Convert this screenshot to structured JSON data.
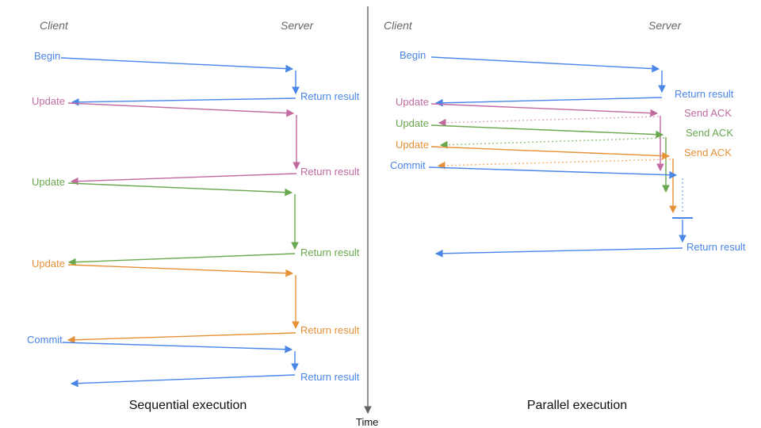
{
  "colors": {
    "blue": "#4a86e8",
    "pink": "#c06a9f",
    "green": "#6aa84f",
    "orange": "#e69138",
    "blue_light": "#8ab4f0",
    "pink_light": "#d9a8c4",
    "green_light": "#93c47d",
    "orange_light": "#f6b26b",
    "axis_gray": "#5f6368",
    "header_gray": "#666666",
    "caption_black": "#111111"
  },
  "time_axis": {
    "label": "Time"
  },
  "sequential": {
    "title": "Sequential execution",
    "client": "Client",
    "server": "Server",
    "requests": [
      {
        "label": "Begin",
        "response": "Return result"
      },
      {
        "label": "Update",
        "response": "Return result"
      },
      {
        "label": "Update",
        "response": "Return result"
      },
      {
        "label": "Update",
        "response": "Return result"
      },
      {
        "label": "Commit",
        "response": "Return result"
      }
    ]
  },
  "parallel": {
    "title": "Parallel execution",
    "client": "Client",
    "server": "Server",
    "requests": [
      {
        "label": "Begin",
        "response": "Return result"
      },
      {
        "label": "Update",
        "response": "Send ACK"
      },
      {
        "label": "Update",
        "response": "Send ACK"
      },
      {
        "label": "Update",
        "response": "Send ACK"
      },
      {
        "label": "Commit",
        "response": "Return result"
      }
    ]
  }
}
